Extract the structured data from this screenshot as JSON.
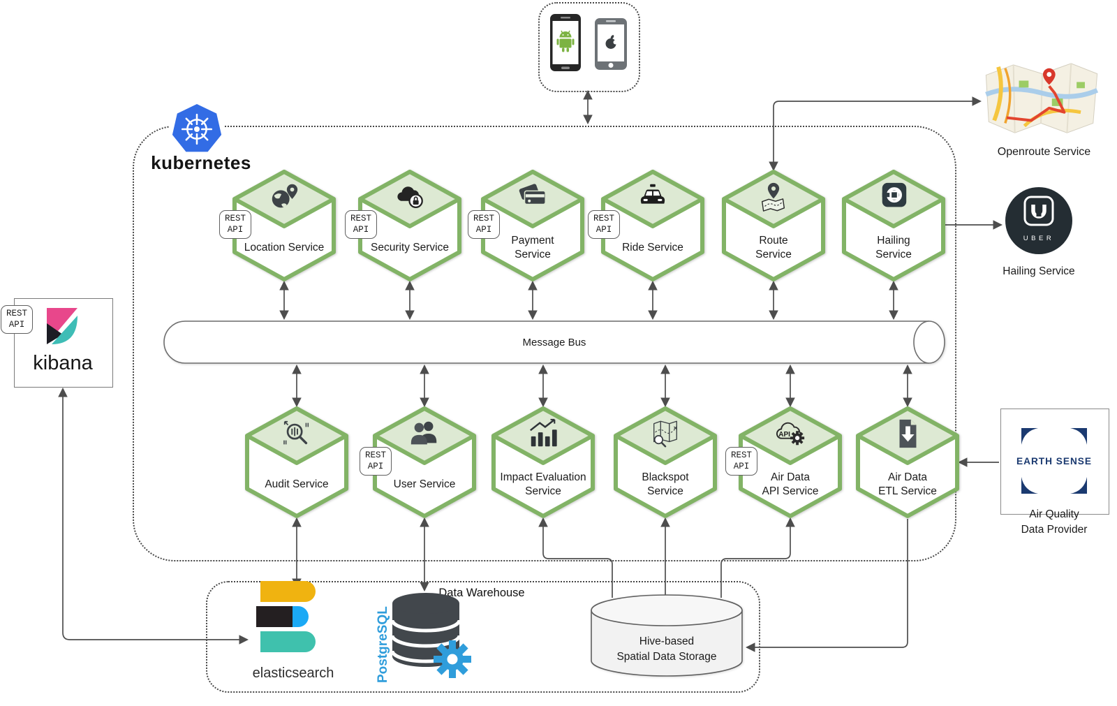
{
  "kubernetes": {
    "label": "kubernetes"
  },
  "mobile_clients": {
    "icons": [
      "android-phone-icon",
      "apple-phone-icon"
    ]
  },
  "rest_api_tag": {
    "line1": "REST",
    "line2": "API"
  },
  "message_bus": {
    "label": "Message Bus"
  },
  "services": {
    "top": [
      {
        "label": "Location Service",
        "icon": "globe-pin-icon",
        "rest_api": true
      },
      {
        "label": "Security Service",
        "icon": "cloud-lock-icon",
        "rest_api": true
      },
      {
        "label": "Payment\nService",
        "icon": "credit-cards-icon",
        "rest_api": true
      },
      {
        "label": "Ride Service",
        "icon": "taxi-icon",
        "rest_api": true
      },
      {
        "label": "Route\nService",
        "icon": "map-pin-icon",
        "rest_api": false
      },
      {
        "label": "Hailing\nService",
        "icon": "uber-app-icon",
        "rest_api": false
      }
    ],
    "bottom": [
      {
        "label": "Audit Service",
        "icon": "audit-magnifier-icon",
        "rest_api": false
      },
      {
        "label": "User Service",
        "icon": "users-icon",
        "rest_api": true
      },
      {
        "label": "Impact Evaluation\nService",
        "icon": "bar-chart-icon",
        "rest_api": false
      },
      {
        "label": "Blackspot\nService",
        "icon": "map-magnifier-icon",
        "rest_api": false
      },
      {
        "label": "Air Data\nAPI Service",
        "icon": "cloud-api-gear-icon",
        "rest_api": true
      },
      {
        "label": "Air Data\nETL Service",
        "icon": "file-download-icon",
        "rest_api": false
      }
    ]
  },
  "externals": {
    "openroute": {
      "label": "Openroute Service",
      "icon": "folded-map-icon"
    },
    "uber": {
      "logo_text": "UBER",
      "label": "Hailing Service"
    },
    "kibana": {
      "logo_text": "kibana"
    },
    "earthsense": {
      "logo_text": "EARTH SENSE",
      "label": "Air Quality\nData Provider"
    }
  },
  "data_warehouse": {
    "label": "Data Warehouse",
    "elasticsearch": {
      "label": "elasticsearch"
    },
    "postgresql": {
      "label": "PostgreSQL"
    },
    "hive": {
      "label": "Hive-based\nSpatial Data Storage"
    }
  },
  "colors": {
    "hex_stroke": "#82b366",
    "hex_fill": "#dde9d3",
    "k8s_blue": "#326ce5",
    "kibana_pink": "#e8478b",
    "kibana_teal": "#3ebdb6",
    "es_yellow": "#f0b310",
    "es_blue": "#1ba9f5",
    "es_teal": "#3fc1ad",
    "postgres_blue": "#2f9ddb",
    "uber_dark": "#242d33",
    "earthsense_navy": "#1b3a70",
    "android_green": "#7cb342",
    "connector_gray": "#4d4d4d"
  }
}
